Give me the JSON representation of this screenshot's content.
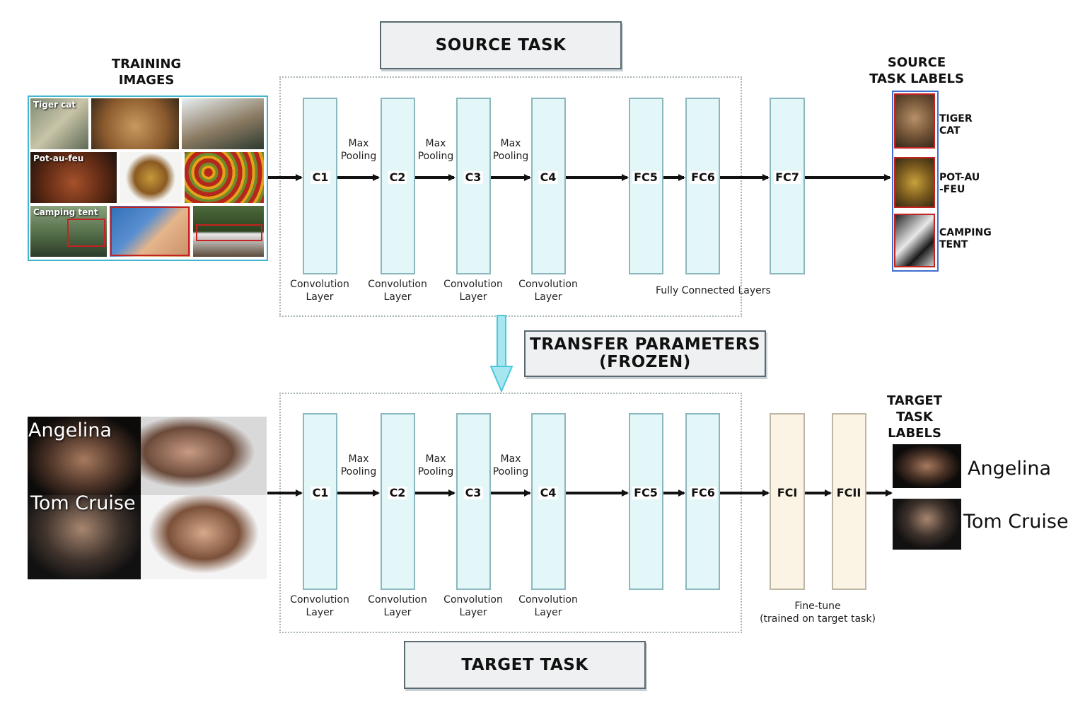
{
  "titles": {
    "source_task": "SOURCE TASK",
    "target_task": "TARGET TASK",
    "transfer": [
      "TRANSFER PARAMETERS",
      "(FROZEN)"
    ]
  },
  "training_images": {
    "heading": [
      "TRAINING",
      "IMAGES"
    ],
    "tags": [
      "Tiger cat",
      "Pot-au-feu",
      "Camping tent"
    ]
  },
  "source_labels": {
    "heading": [
      "SOURCE",
      "TASK LABELS"
    ],
    "items": [
      [
        "TIGER",
        "CAT"
      ],
      [
        "POT-AU",
        "-FEU"
      ],
      [
        "CAMPING",
        "TENT"
      ]
    ]
  },
  "target_labels": {
    "heading": [
      "TARGET",
      "TASK",
      "LABELS"
    ],
    "items": [
      "Angelina",
      "Tom Cruise"
    ]
  },
  "target_images": {
    "names": [
      "Angelina",
      "Tom Cruise"
    ]
  },
  "network_top": {
    "layers": [
      "C1",
      "C2",
      "C3",
      "C4",
      "FC5",
      "FC6",
      "FC7"
    ],
    "pooling": [
      "Max",
      "Pooling"
    ],
    "conv_caption": [
      "Convolution",
      "Layer"
    ],
    "fc_caption": "Fully Connected Layers"
  },
  "network_bottom": {
    "layers": [
      "C1",
      "C2",
      "C3",
      "C4",
      "FC5",
      "FC6",
      "FCI",
      "FCII"
    ],
    "pooling": [
      "Max",
      "Pooling"
    ],
    "conv_caption": [
      "Convolution",
      "Layer"
    ],
    "finetune_caption": [
      "Fine-tune",
      "(trained on target task)"
    ]
  },
  "colors": {
    "layer_fill": "#e3f7f8",
    "finetune_fill": "#fbf4e4",
    "transfer_arrow": "#4cc7dd",
    "image_border": "#43b6cf",
    "label_border": "#3d6fd1"
  }
}
